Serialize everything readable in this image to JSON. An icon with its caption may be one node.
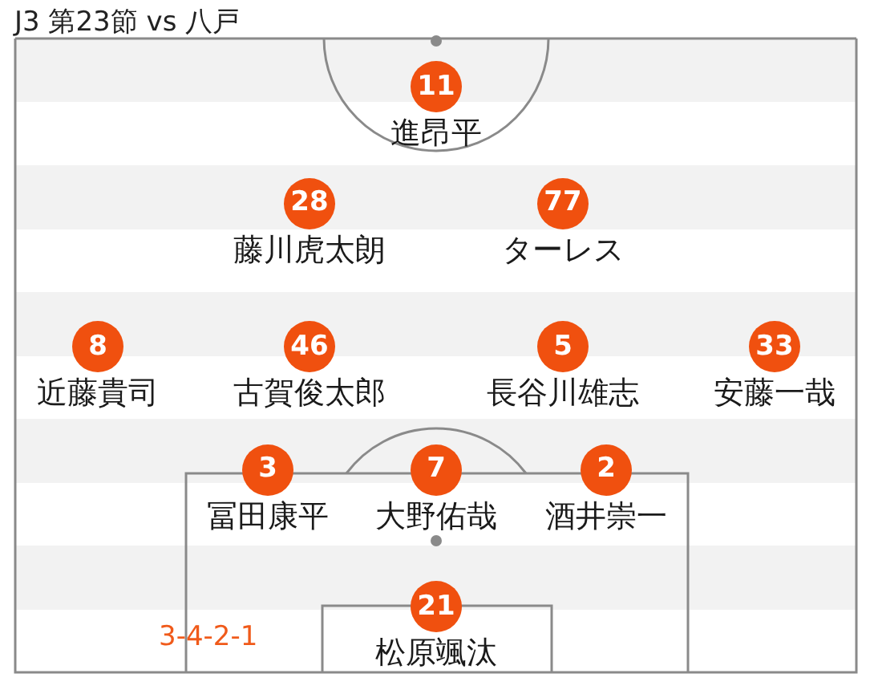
{
  "diagram": {
    "title": "J3 第23節 vs 八戸",
    "nodes": [
      {
        "text": [
          "11"
        ],
        "beside": [
          "進昂平"
        ]
      },
      {
        "text": [
          "28"
        ],
        "beside": [
          "藤川虎太朗"
        ]
      },
      {
        "text": [
          "77"
        ],
        "beside": [
          "ターレス"
        ]
      },
      {
        "text": [
          "8"
        ],
        "beside": [
          "近藤貴司"
        ]
      },
      {
        "text": [
          "46"
        ],
        "beside": [
          "古賀俊太郎"
        ]
      },
      {
        "text": [
          "5"
        ],
        "beside": [
          "長谷川雄志"
        ]
      },
      {
        "text": [
          "33"
        ],
        "beside": [
          "安藤一哉"
        ]
      },
      {
        "text": [
          "3"
        ],
        "beside": [
          "冨田康平"
        ]
      },
      {
        "text": [
          "7"
        ],
        "beside": [
          "大野佑哉"
        ]
      },
      {
        "text": [
          "2"
        ],
        "beside": [
          "酒井崇一"
        ]
      },
      {
        "text": [
          "21"
        ],
        "beside": [
          "松原颯汰"
        ]
      }
    ],
    "labels": [
      "3-4-2-1"
    ]
  }
}
